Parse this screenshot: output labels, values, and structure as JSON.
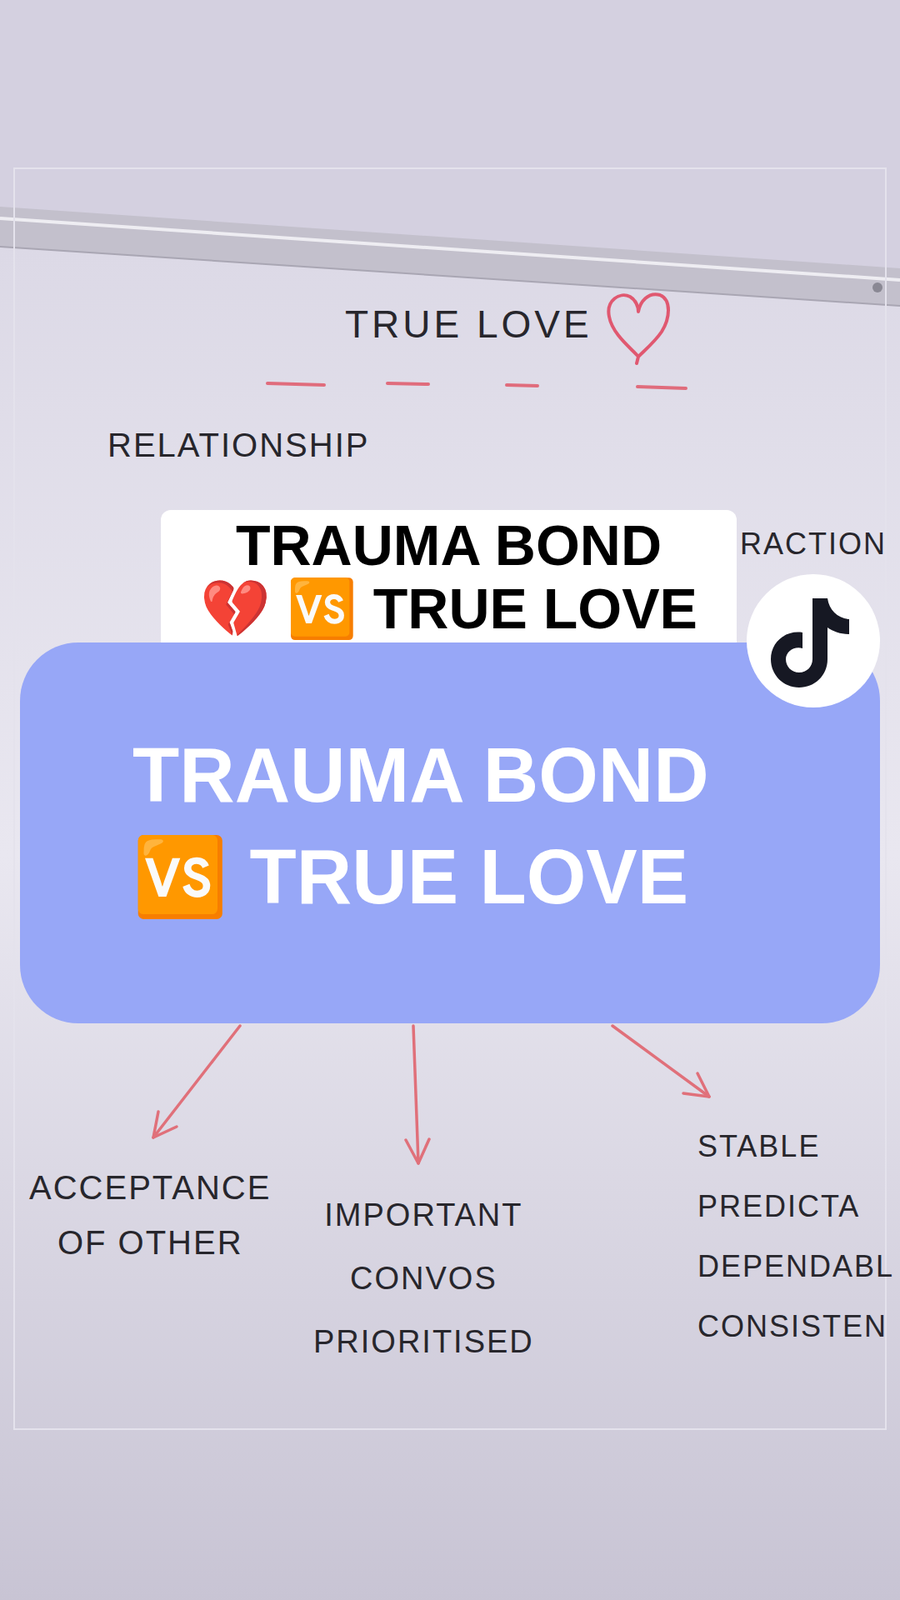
{
  "diagram": {
    "title": "TRUE LOVE",
    "nodes": [
      {
        "text": [
          "TRAUMA BOND 💔 🆚 TRUE LOVE ❤️"
        ]
      },
      {
        "text": [
          "TRAUMA BOND 🆚 TRUE LOVE"
        ]
      }
    ],
    "labels": [
      "RELATIONSHIP",
      "RACTION",
      "ACCEPTANCE OF OTHER",
      "IMPORTANT CONVOS PRIORITISED",
      "STABLE PREDICTA DEPENDABL CONSISTEN"
    ]
  }
}
